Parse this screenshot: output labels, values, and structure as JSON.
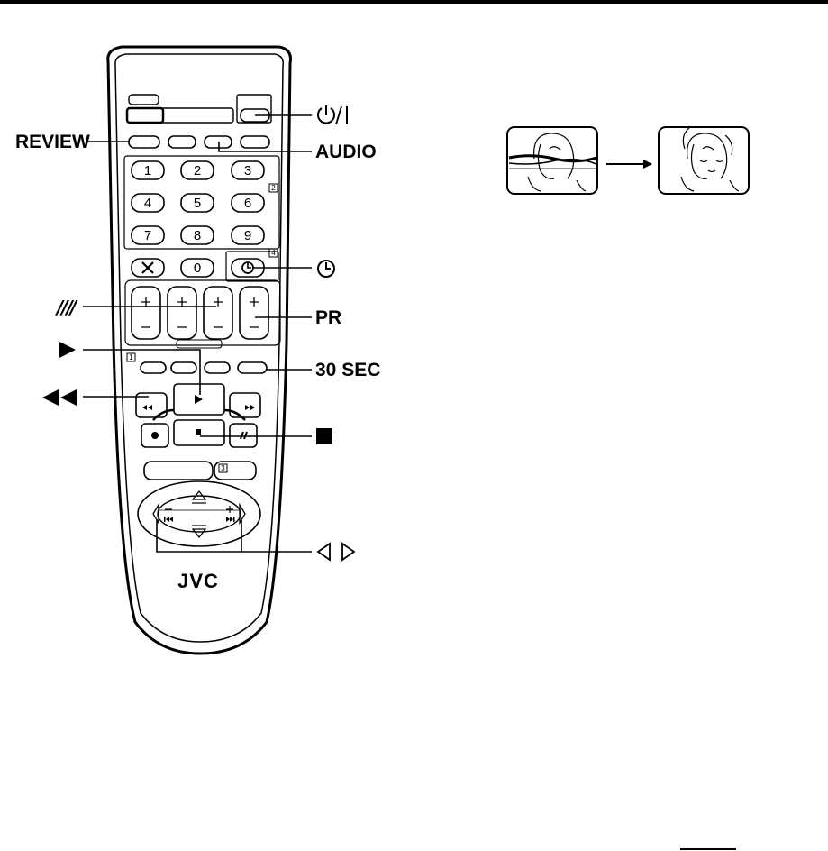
{
  "labels": {
    "review": "REVIEW",
    "audio": "AUDIO",
    "pr": "PR",
    "sec30": "30 SEC",
    "brand": "JVC"
  },
  "keypad": {
    "digits": [
      "1",
      "2",
      "3",
      "4",
      "5",
      "6",
      "7",
      "8",
      "9",
      "0"
    ],
    "index_marks": [
      "2",
      "4",
      "1",
      "3"
    ]
  },
  "icons": {
    "power": "power-standby-icon",
    "clock": "clock-icon",
    "tracking": "tracking-icon",
    "play": "play-icon",
    "rewind": "rewind-icon",
    "stop": "stop-icon",
    "left_right": "left-right-triangles-icon"
  },
  "illustration": {
    "before": "tv-screen-noise",
    "after": "tv-screen-clear"
  }
}
